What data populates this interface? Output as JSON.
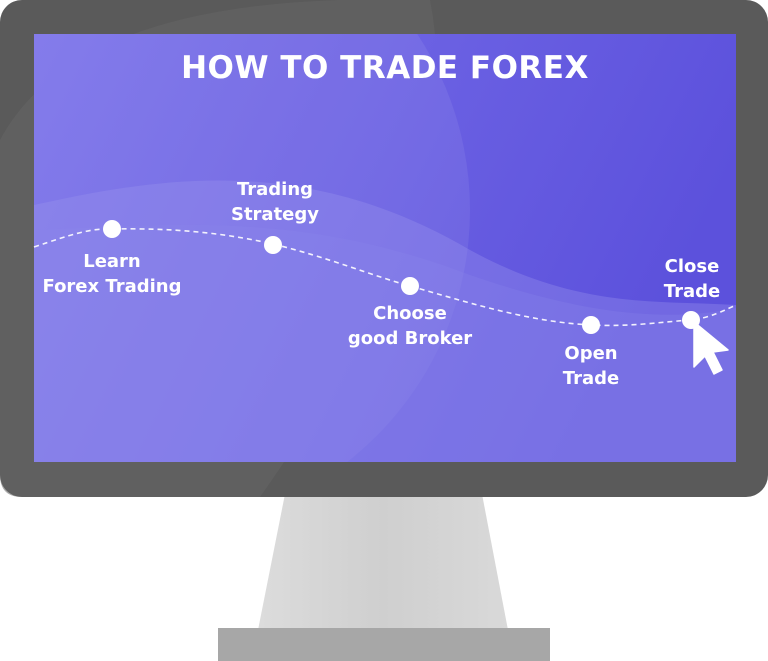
{
  "title": "HOW TO TRADE FOREX",
  "colors": {
    "screen": "#7066e6",
    "screen_dark": "#5b4fdc",
    "bezel": "#585858",
    "stand": "#d7d7d7",
    "base": "#a6a6a6",
    "text": "#ffffff"
  },
  "steps": [
    {
      "line1": "Learn",
      "line2": "Forex Trading"
    },
    {
      "line1": "Trading",
      "line2": "Strategy"
    },
    {
      "line1": "Choose",
      "line2": "good Broker"
    },
    {
      "line1": "Open",
      "line2": "Trade"
    },
    {
      "line1": "Close",
      "line2": "Trade"
    }
  ],
  "icons": [
    "cursor-arrow-icon"
  ]
}
